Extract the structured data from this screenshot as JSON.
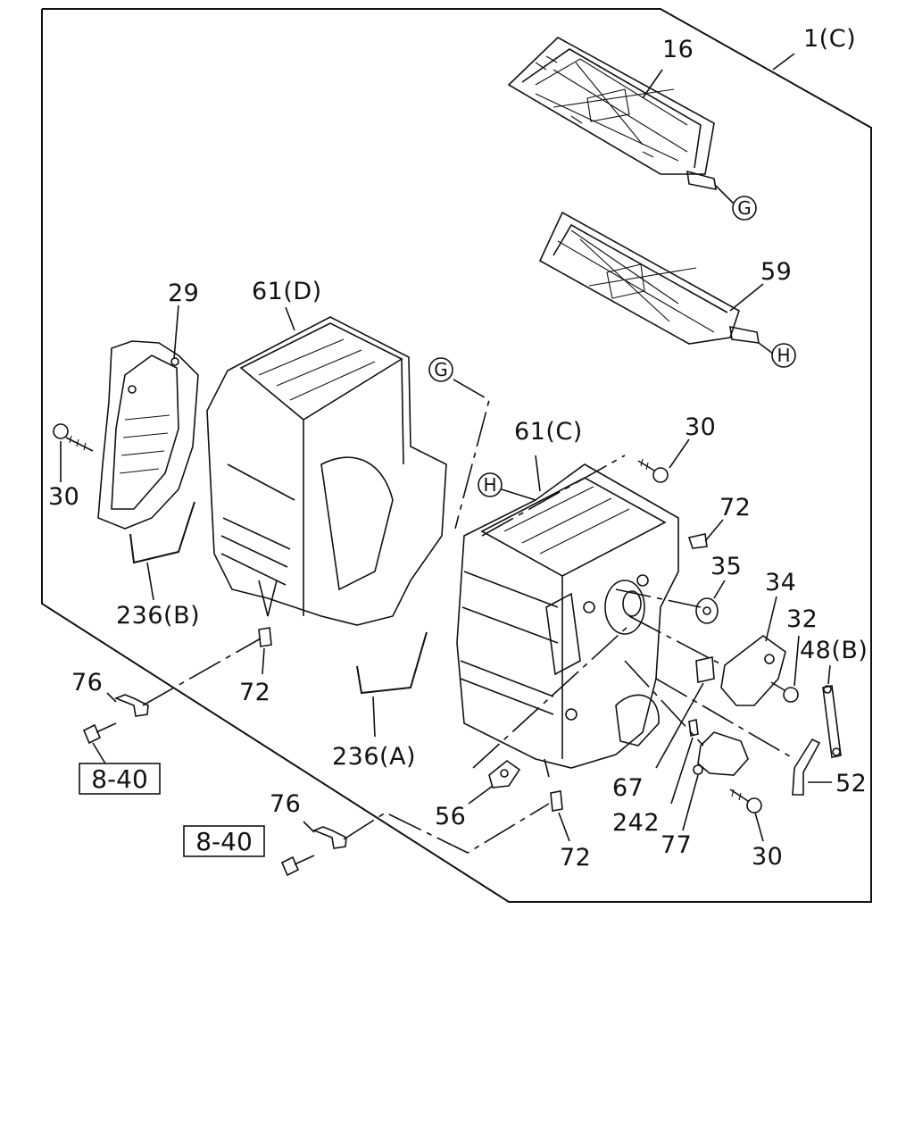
{
  "diagram": {
    "assembly_label": "1(C)",
    "connector_letters": {
      "g": "G",
      "h": "H"
    },
    "parts": [
      {
        "id": "p16",
        "label": "16"
      },
      {
        "id": "p59",
        "label": "59"
      },
      {
        "id": "p29",
        "label": "29"
      },
      {
        "id": "p61d",
        "label": "61(D)"
      },
      {
        "id": "p61c",
        "label": "61(C)"
      },
      {
        "id": "p30a",
        "label": "30"
      },
      {
        "id": "p30b",
        "label": "30"
      },
      {
        "id": "p30c",
        "label": "30"
      },
      {
        "id": "p72a",
        "label": "72"
      },
      {
        "id": "p72b",
        "label": "72"
      },
      {
        "id": "p72c",
        "label": "72"
      },
      {
        "id": "p35",
        "label": "35"
      },
      {
        "id": "p34",
        "label": "34"
      },
      {
        "id": "p32",
        "label": "32"
      },
      {
        "id": "p48b",
        "label": "48(B)"
      },
      {
        "id": "p236b",
        "label": "236(B)"
      },
      {
        "id": "p236a",
        "label": "236(A)"
      },
      {
        "id": "p76a",
        "label": "76"
      },
      {
        "id": "p76b",
        "label": "76"
      },
      {
        "id": "p52",
        "label": "52"
      },
      {
        "id": "p67",
        "label": "67"
      },
      {
        "id": "p242",
        "label": "242"
      },
      {
        "id": "p77",
        "label": "77"
      },
      {
        "id": "p56",
        "label": "56"
      }
    ],
    "reference_boxes": [
      {
        "id": "ref1",
        "label": "8-40"
      },
      {
        "id": "ref2",
        "label": "8-40"
      }
    ]
  }
}
